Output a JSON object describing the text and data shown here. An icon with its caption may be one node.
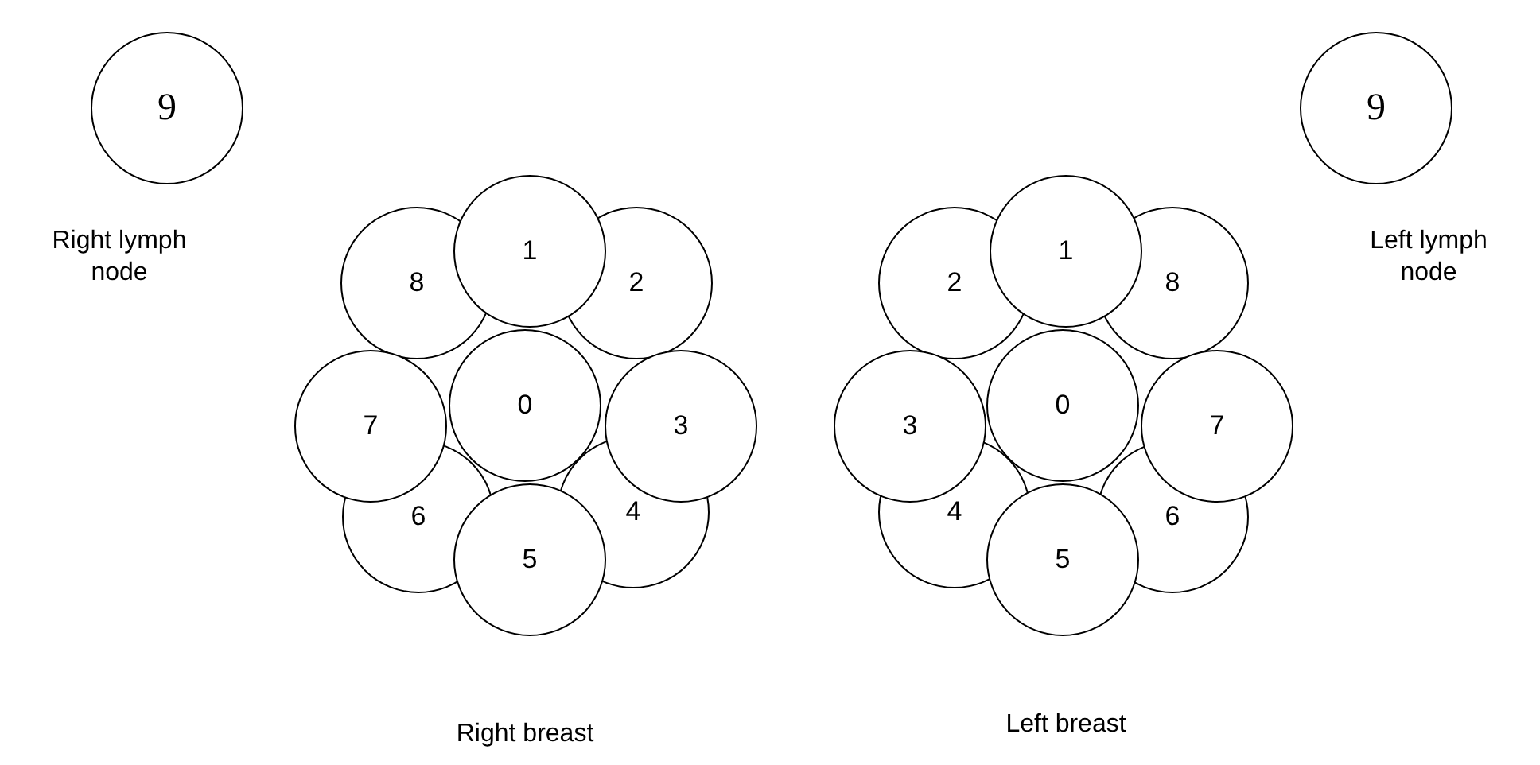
{
  "diagram": {
    "nodes": [
      {
        "text": [
          "9"
        ],
        "beside": [
          "Right lymph node"
        ]
      },
      {
        "text": [
          "9"
        ],
        "beside": [
          "Left lymph node"
        ]
      },
      {
        "text": [
          "8"
        ]
      },
      {
        "text": [
          "1"
        ]
      },
      {
        "text": [
          "2"
        ]
      },
      {
        "text": [
          "7"
        ]
      },
      {
        "text": [
          "0"
        ]
      },
      {
        "text": [
          "3"
        ]
      },
      {
        "text": [
          "6"
        ]
      },
      {
        "text": [
          "4"
        ]
      },
      {
        "text": [
          "5"
        ]
      },
      {
        "text": [
          "2"
        ]
      },
      {
        "text": [
          "1"
        ]
      },
      {
        "text": [
          "8"
        ]
      },
      {
        "text": [
          "3"
        ]
      },
      {
        "text": [
          "0"
        ]
      },
      {
        "text": [
          "7"
        ]
      },
      {
        "text": [
          "4"
        ]
      },
      {
        "text": [
          "6"
        ]
      },
      {
        "text": [
          "5"
        ]
      }
    ],
    "edges": [],
    "labels": [
      "Right breast",
      "Left breast"
    ]
  }
}
